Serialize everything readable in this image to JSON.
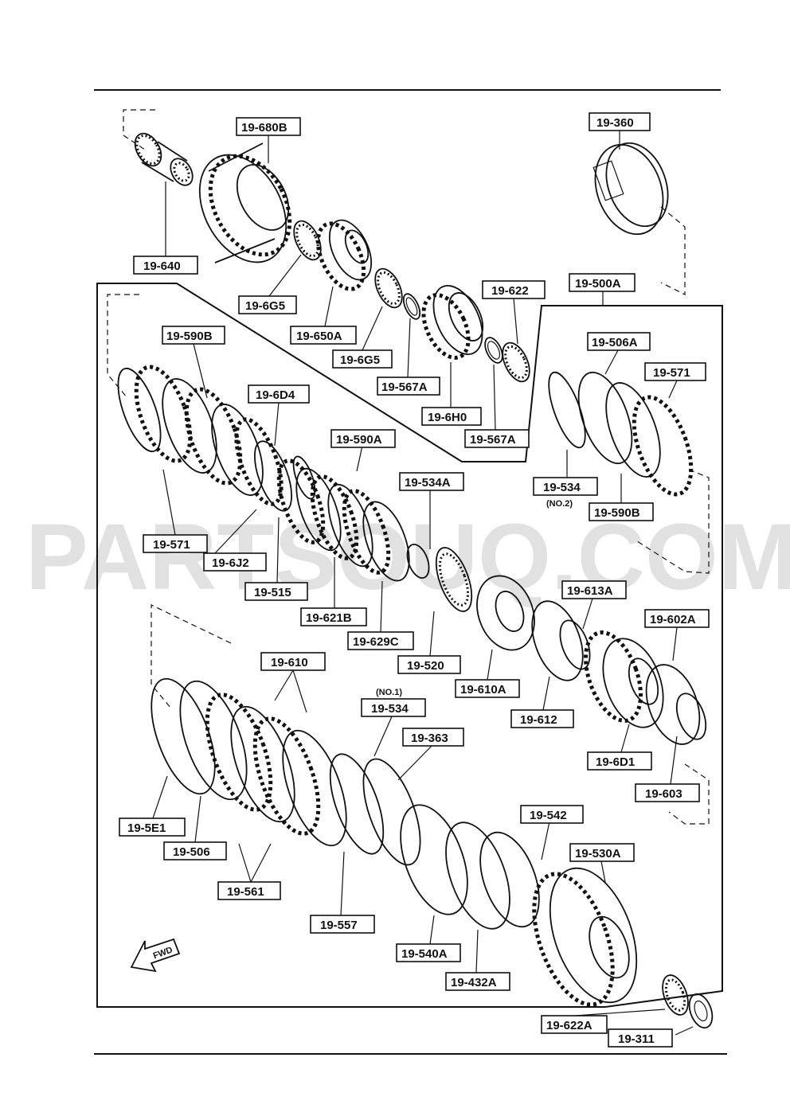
{
  "watermark": "PARTSOUQ.COM",
  "direction_label": "FWD",
  "notes": {
    "no1": "(NO.1)",
    "no2": "(NO.2)"
  },
  "labels": {
    "p680B": "19-680B",
    "p360": "19-360",
    "p640": "19-640",
    "p6G5a": "19-6G5",
    "p650A": "19-650A",
    "p6G5b": "19-6G5",
    "p622": "19-622",
    "p500A": "19-500A",
    "p567Aa": "19-567A",
    "p6H0": "19-6H0",
    "p567Ab": "19-567A",
    "p590B": "19-590B",
    "p6D4": "19-6D4",
    "p590A": "19-590A",
    "p534A": "19-534A",
    "p506A": "19-506A",
    "p571b": "19-571",
    "p534b": "19-534",
    "p590Bb": "19-590B",
    "p571a": "19-571",
    "p6J2": "19-6J2",
    "p515": "19-515",
    "p621B": "19-621B",
    "p629C": "19-629C",
    "p520": "19-520",
    "p610A": "19-610A",
    "p613A": "19-613A",
    "p602A": "19-602A",
    "p612": "19-612",
    "p6D1": "19-6D1",
    "p603": "19-603",
    "p610": "19-610",
    "p534a": "19-534",
    "p363": "19-363",
    "p542": "19-542",
    "p5E1": "19-5E1",
    "p506": "19-506",
    "p561": "19-561",
    "p557": "19-557",
    "p540A": "19-540A",
    "p432A": "19-432A",
    "p530A": "19-530A",
    "p622A": "19-622A",
    "p311": "19-311"
  }
}
